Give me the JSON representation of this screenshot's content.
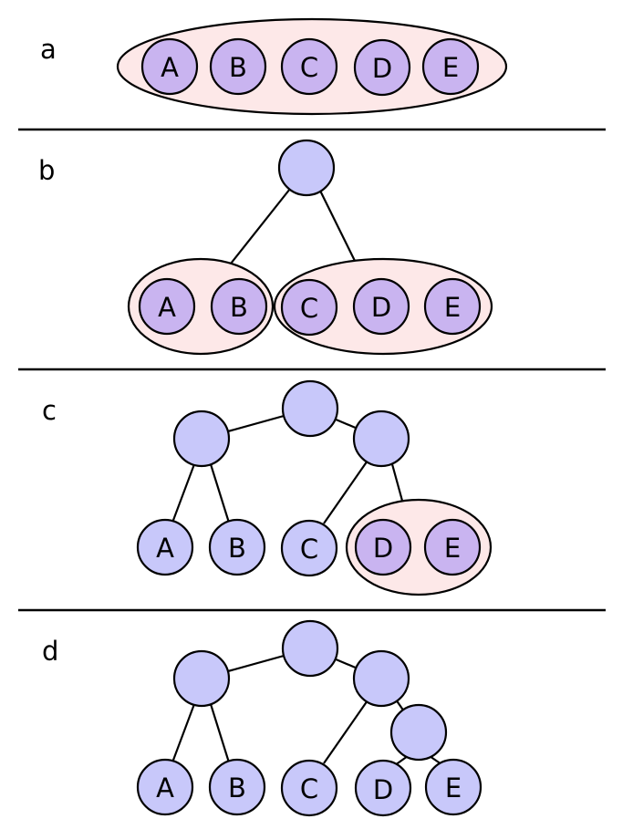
{
  "colors": {
    "node_fill": "#c8c8fa",
    "grouped_node_fill": "#c9b4f0",
    "group_fill": "#fde8e8",
    "stroke": "#000000"
  },
  "panels": [
    {
      "label": "a"
    },
    {
      "label": "b"
    },
    {
      "label": "c"
    },
    {
      "label": "d"
    }
  ],
  "leaves": [
    "A",
    "B",
    "C",
    "D",
    "E"
  ]
}
